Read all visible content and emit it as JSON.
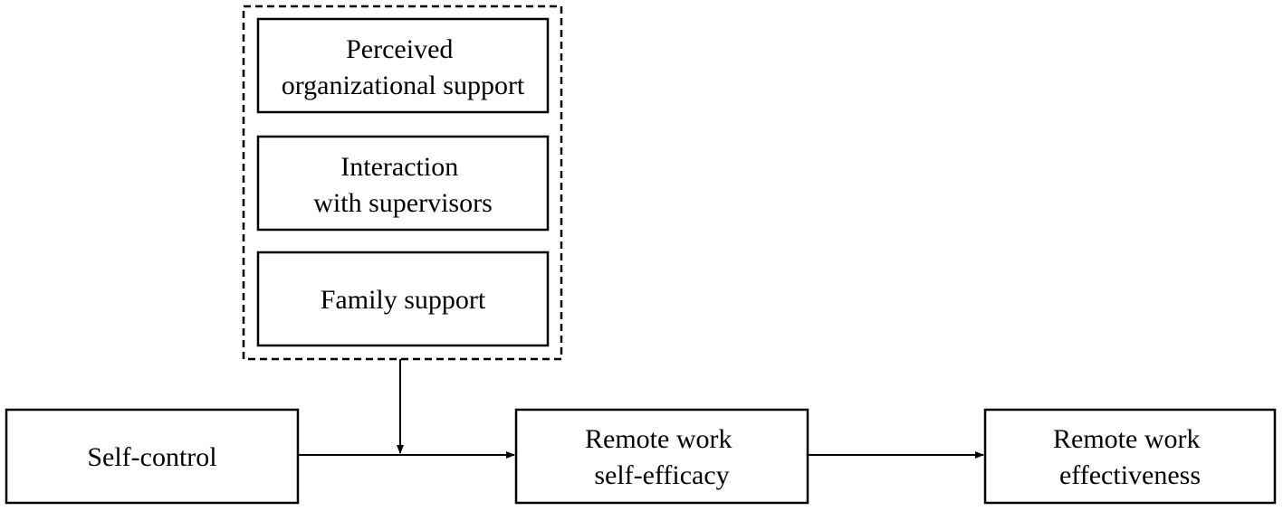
{
  "diagram": {
    "moderators": {
      "organizational_support": [
        "Perceived",
        "organizational support"
      ],
      "supervisors": [
        "Interaction",
        "with supervisors"
      ],
      "family": [
        "Family support"
      ]
    },
    "self_control": [
      "Self-control"
    ],
    "self_efficacy": [
      "Remote work",
      "self-efficacy"
    ],
    "effectiveness": [
      "Remote work",
      "effectiveness"
    ]
  },
  "colors": {
    "stroke": "#000000",
    "background": "#ffffff"
  }
}
